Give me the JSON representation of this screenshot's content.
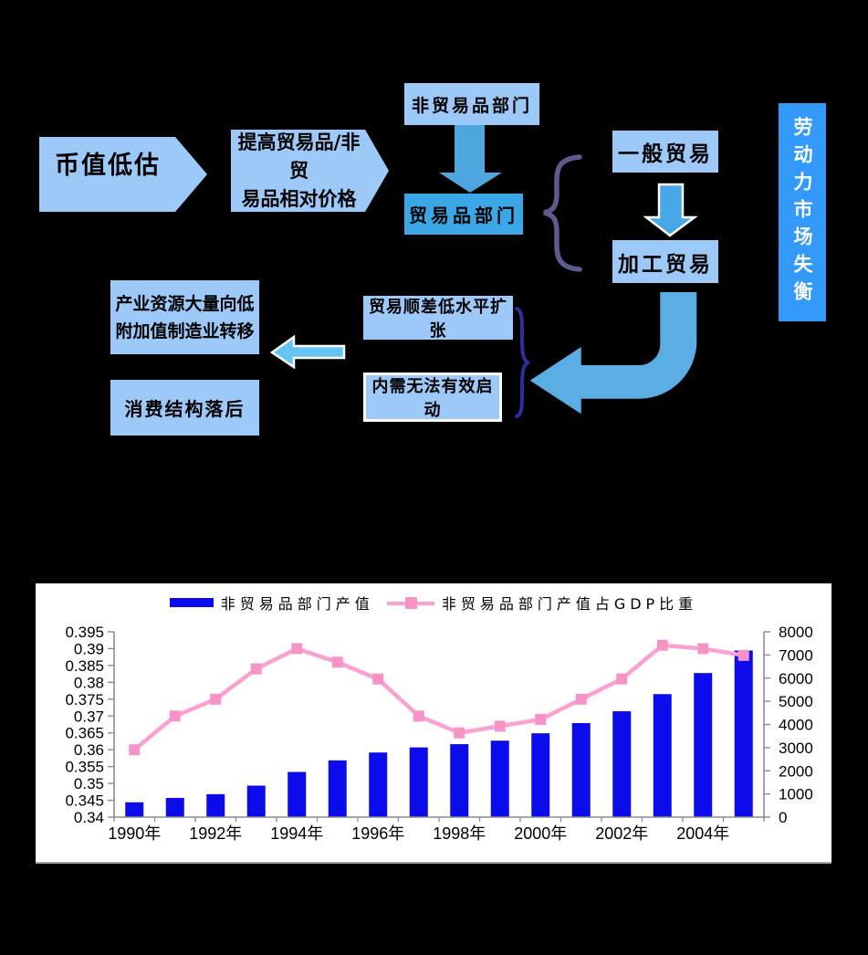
{
  "page": {
    "background": "#000000"
  },
  "flowchart": {
    "currency": {
      "label": "币值低估"
    },
    "raise_price": {
      "line1": "提高贸易品/非贸",
      "line2": "易品相对价格"
    },
    "non_tradable": {
      "label": "非贸易品部门"
    },
    "tradable": {
      "label": "贸易品部门"
    },
    "general_trade": {
      "label": "一般贸易"
    },
    "processing_trade": {
      "label": "加工贸易"
    },
    "labor_market": {
      "label": "劳动力市场失衡"
    },
    "industry_shift": {
      "line1": "产业资源大量向低",
      "line2": "附加值制造业转移"
    },
    "consumption": {
      "label": "消费结构落后"
    },
    "trade_surplus": {
      "label": "贸易顺差低水平扩张"
    },
    "domestic_demand": {
      "label": "内需无法有效启动"
    },
    "colors": {
      "light_blue_box": "#9CC9F8",
      "tradable_box": "#3BA7E6",
      "labor_bar": "#3399FB",
      "solid_down_arrow": "#4DA7DE",
      "outlined_down_arrow": "#47A8E8",
      "left_arrow": "#66C4F4",
      "curved_arrow": "#5BAEE4",
      "brace_left": "#5B5B8E",
      "brace_right": "#2E2E9F"
    }
  },
  "chart_data": {
    "type": "bar",
    "subtype": "bar-line-combo",
    "categories": [
      "1990",
      "1991",
      "1992",
      "1993",
      "1994",
      "1995",
      "1996",
      "1997",
      "1998",
      "1999",
      "2000",
      "2001",
      "2002",
      "2003",
      "2004",
      "2005"
    ],
    "x_tick_labels": [
      "1990年",
      "1992年",
      "1994年",
      "1996年",
      "1998年",
      "2000年",
      "2002年",
      "2004年"
    ],
    "series": [
      {
        "name": "非贸易品部门产值",
        "type": "bar",
        "axis": "right",
        "color": "#0B0BEC",
        "values": [
          640,
          830,
          990,
          1360,
          1950,
          2450,
          2790,
          3010,
          3150,
          3300,
          3620,
          4060,
          4570,
          5310,
          6220,
          7190
        ]
      },
      {
        "name": "非贸易品部门产值占GDP比重",
        "type": "line",
        "axis": "left",
        "color": "#FBA0D0",
        "marker_color": "#F893C8",
        "values": [
          0.36,
          0.37,
          0.375,
          0.384,
          0.39,
          0.386,
          0.381,
          0.37,
          0.365,
          0.367,
          0.369,
          0.375,
          0.381,
          0.391,
          0.39,
          0.388
        ]
      }
    ],
    "left_axis": {
      "min": 0.34,
      "max": 0.395,
      "step": 0.005,
      "ticks": [
        "0.395",
        "0.39",
        "0.385",
        "0.38",
        "0.375",
        "0.37",
        "0.365",
        "0.36",
        "0.355",
        "0.35",
        "0.345",
        "0.34"
      ]
    },
    "right_axis": {
      "min": 0,
      "max": 8000,
      "step": 1000,
      "ticks": [
        "8000",
        "7000",
        "6000",
        "5000",
        "4000",
        "3000",
        "2000",
        "1000",
        "0"
      ]
    },
    "legend_position": "top",
    "grid": false,
    "title": "",
    "xlabel": "",
    "ylabel": ""
  }
}
